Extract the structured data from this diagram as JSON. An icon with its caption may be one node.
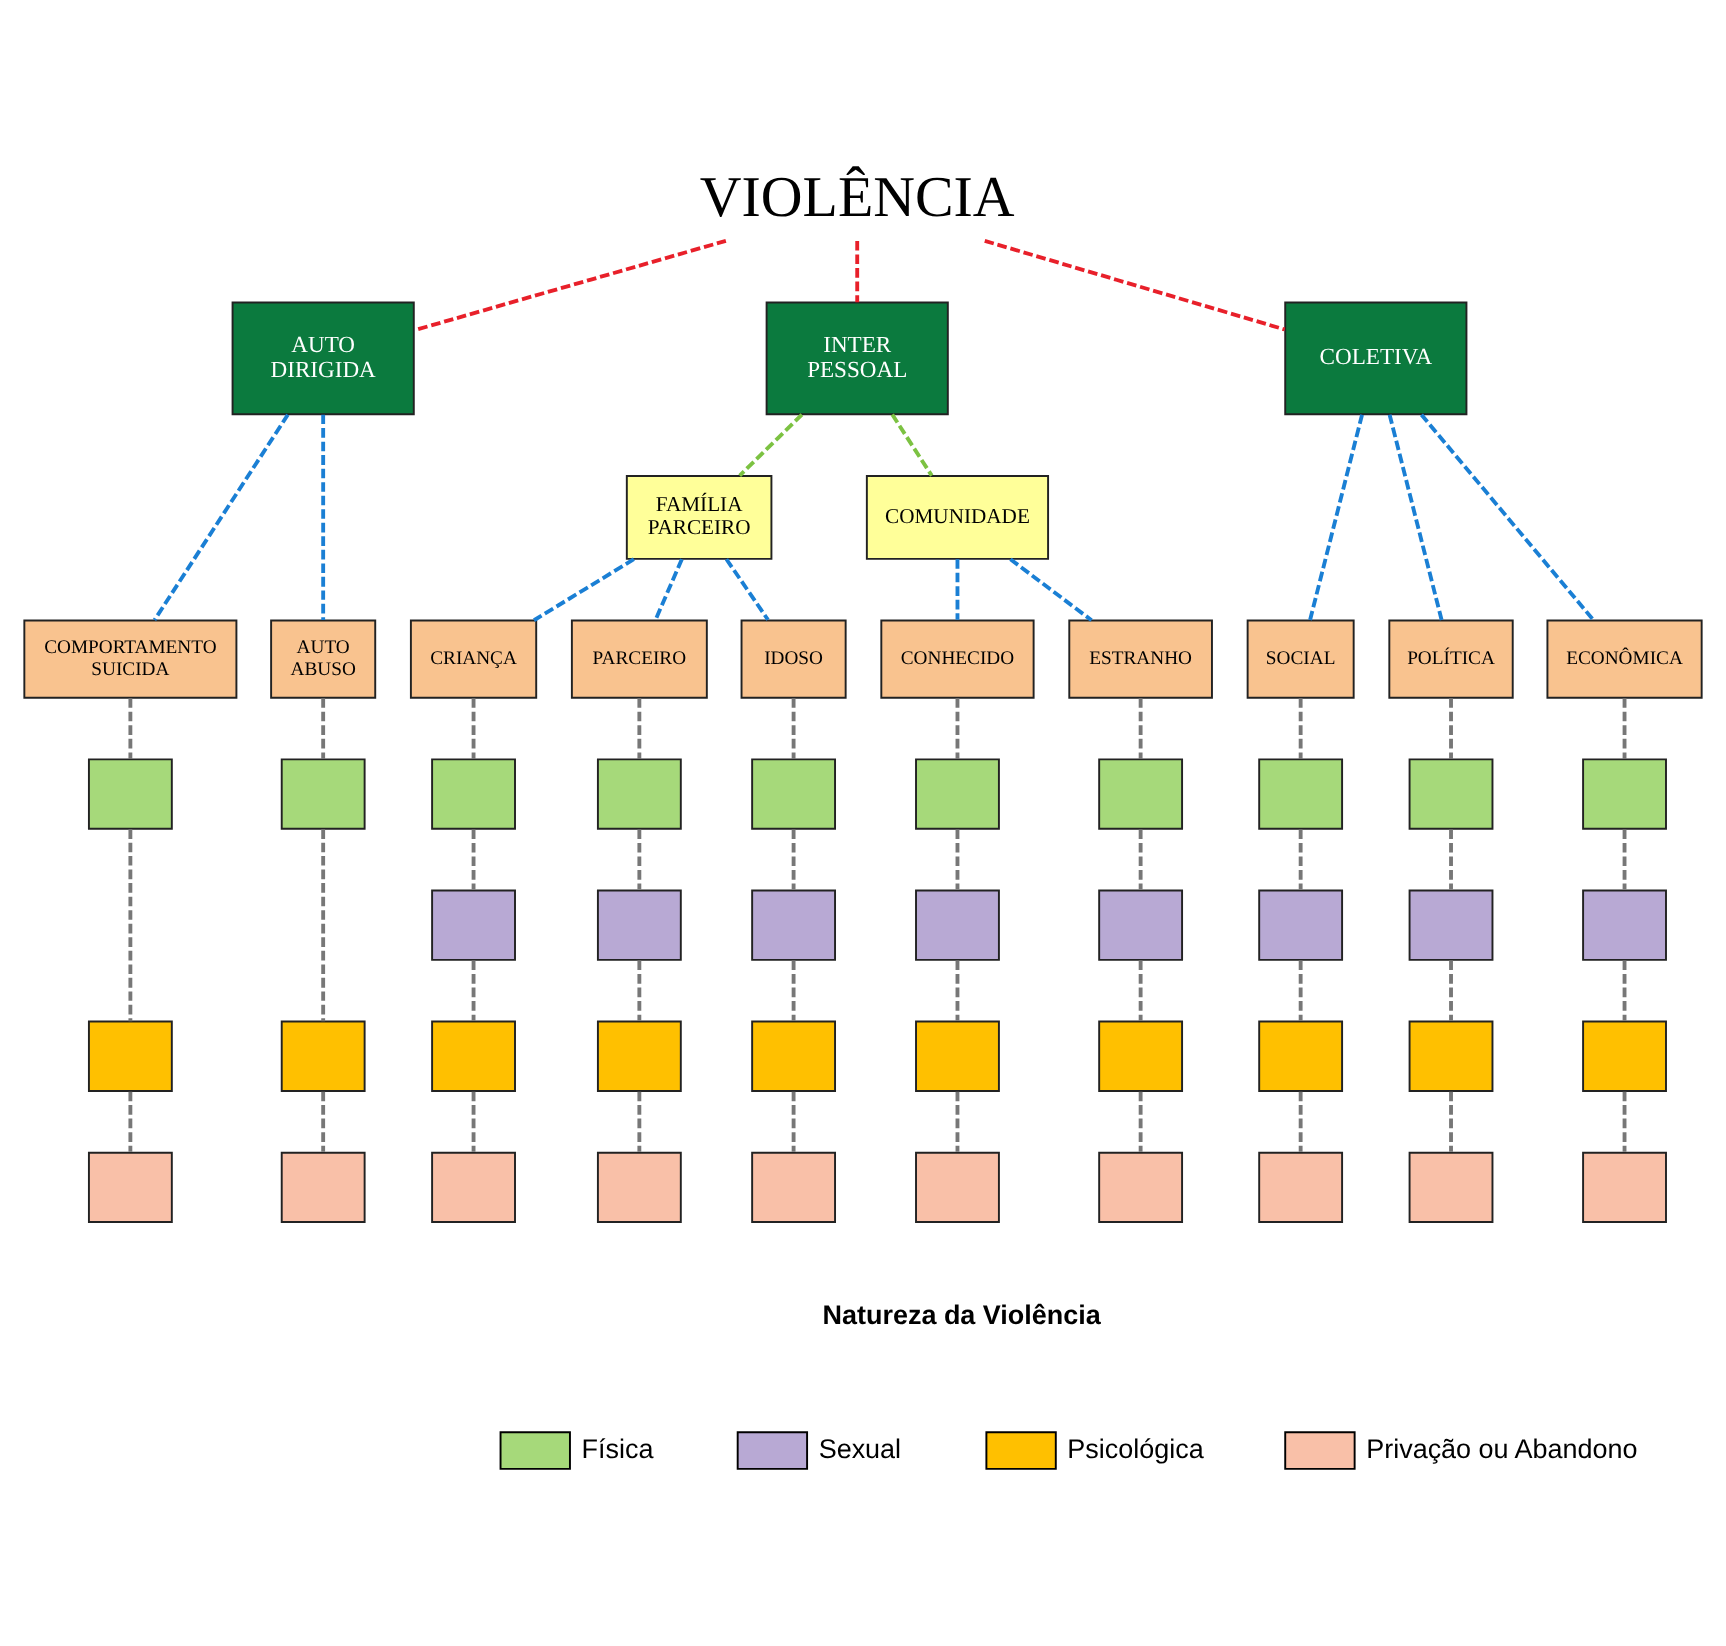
{
  "diagram": {
    "nodes": [
      {
        "text": [
          "VIOLÊNCIA"
        ]
      },
      {
        "text": [
          "AUTO DIRIGIDA"
        ]
      },
      {
        "text": [
          "INTER PESSOAL"
        ]
      },
      {
        "text": [
          "COLETIVA"
        ]
      },
      {
        "text": [
          "FAMÍLIA PARCEIRO"
        ]
      },
      {
        "text": [
          "COMUNIDADE"
        ]
      },
      {
        "text": [
          "COMPORTAMENTO SUICIDA"
        ]
      },
      {
        "text": [
          "AUTO ABUSO"
        ]
      },
      {
        "text": [
          "CRIANÇA"
        ]
      },
      {
        "text": [
          "PARCEIRO"
        ]
      },
      {
        "text": [
          "IDOSO"
        ]
      },
      {
        "text": [
          "CONHECIDO"
        ]
      },
      {
        "text": [
          "ESTRANHO"
        ]
      },
      {
        "text": [
          "SOCIAL"
        ]
      },
      {
        "text": [
          "POLÍTICA"
        ]
      },
      {
        "text": [
          "ECONÔMICA"
        ]
      },
      {
        "text": [],
        "shape": "box"
      },
      {
        "text": [],
        "shape": "box"
      },
      {
        "text": [],
        "shape": "box"
      },
      {
        "text": [],
        "shape": "box"
      },
      {
        "text": [],
        "shape": "box"
      },
      {
        "text": [],
        "shape": "box"
      },
      {
        "text": [],
        "shape": "box"
      },
      {
        "text": [],
        "shape": "box"
      },
      {
        "text": [],
        "shape": "box"
      },
      {
        "text": [],
        "shape": "box"
      },
      {
        "text": [],
        "shape": "box"
      },
      {
        "text": [],
        "shape": "box"
      },
      {
        "text": [],
        "shape": "box"
      },
      {
        "text": [],
        "shape": "box"
      },
      {
        "text": [],
        "shape": "box"
      },
      {
        "text": [],
        "shape": "box"
      },
      {
        "text": [],
        "shape": "box"
      },
      {
        "text": [],
        "shape": "box"
      },
      {
        "text": [],
        "shape": "box"
      },
      {
        "text": [],
        "shape": "box"
      },
      {
        "text": [],
        "shape": "box"
      },
      {
        "text": [],
        "shape": "box"
      },
      {
        "text": [],
        "shape": "box"
      },
      {
        "text": [],
        "shape": "box"
      },
      {
        "text": [],
        "shape": "box"
      },
      {
        "text": [],
        "shape": "box"
      },
      {
        "text": [],
        "shape": "box"
      },
      {
        "text": [],
        "shape": "box"
      },
      {
        "text": [],
        "shape": "box"
      },
      {
        "text": [],
        "shape": "box"
      },
      {
        "text": [],
        "shape": "box"
      },
      {
        "text": [],
        "shape": "box"
      },
      {
        "text": [],
        "shape": "box"
      },
      {
        "text": [],
        "shape": "box"
      },
      {
        "text": [],
        "shape": "box"
      },
      {
        "text": [],
        "shape": "box"
      },
      {
        "text": [],
        "shape": "box"
      },
      {
        "text": [],
        "shape": "box"
      }
    ],
    "edges": [
      {
        "from": 0,
        "to": 1,
        "arrow": "none",
        "style": "dashed",
        "color": "#e8202a"
      },
      {
        "from": 0,
        "to": 2,
        "arrow": "none",
        "style": "dashed",
        "color": "#e8202a"
      },
      {
        "from": 0,
        "to": 3,
        "arrow": "none",
        "style": "dashed",
        "color": "#e8202a"
      },
      {
        "from": 2,
        "to": 4,
        "arrow": "none",
        "style": "dashed",
        "color": "#7cc242"
      },
      {
        "from": 2,
        "to": 5,
        "arrow": "none",
        "style": "dashed",
        "color": "#7cc242"
      },
      {
        "from": 1,
        "to": 6,
        "arrow": "none",
        "style": "dashed",
        "color": "#1a7fd4"
      },
      {
        "from": 1,
        "to": 7,
        "arrow": "none",
        "style": "dashed",
        "color": "#1a7fd4"
      },
      {
        "from": 4,
        "to": 8,
        "arrow": "none",
        "style": "dashed",
        "color": "#1a7fd4"
      },
      {
        "from": 4,
        "to": 9,
        "arrow": "none",
        "style": "dashed",
        "color": "#1a7fd4"
      },
      {
        "from": 4,
        "to": 10,
        "arrow": "none",
        "style": "dashed",
        "color": "#1a7fd4"
      },
      {
        "from": 5,
        "to": 11,
        "arrow": "none",
        "style": "dashed",
        "color": "#1a7fd4"
      },
      {
        "from": 5,
        "to": 12,
        "arrow": "none",
        "style": "dashed",
        "color": "#1a7fd4"
      },
      {
        "from": 3,
        "to": 13,
        "arrow": "none",
        "style": "dashed",
        "color": "#1a7fd4"
      },
      {
        "from": 3,
        "to": 14,
        "arrow": "none",
        "style": "dashed",
        "color": "#1a7fd4"
      },
      {
        "from": 3,
        "to": 15,
        "arrow": "none",
        "style": "dashed",
        "color": "#1a7fd4"
      },
      {
        "from": 6,
        "to": 16,
        "arrow": "none",
        "style": "dashed"
      },
      {
        "from": 7,
        "to": 17,
        "arrow": "none",
        "style": "dashed"
      },
      {
        "from": 8,
        "to": 18,
        "arrow": "none",
        "style": "dashed"
      },
      {
        "from": 9,
        "to": 19,
        "arrow": "none",
        "style": "dashed"
      },
      {
        "from": 10,
        "to": 20,
        "arrow": "none",
        "style": "dashed"
      },
      {
        "from": 11,
        "to": 21,
        "arrow": "none",
        "style": "dashed"
      },
      {
        "from": 12,
        "to": 22,
        "arrow": "none",
        "style": "dashed"
      },
      {
        "from": 13,
        "to": 23,
        "arrow": "none",
        "style": "dashed"
      },
      {
        "from": 14,
        "to": 24,
        "arrow": "none",
        "style": "dashed"
      },
      {
        "from": 15,
        "to": 25,
        "arrow": "none",
        "style": "dashed"
      },
      {
        "from": 16,
        "to": 34,
        "arrow": "none",
        "style": "dashed"
      },
      {
        "from": 17,
        "to": 35,
        "arrow": "none",
        "style": "dashed"
      },
      {
        "from": 18,
        "to": 26,
        "arrow": "none",
        "style": "dashed"
      },
      {
        "from": 19,
        "to": 27,
        "arrow": "none",
        "style": "dashed"
      },
      {
        "from": 20,
        "to": 28,
        "arrow": "none",
        "style": "dashed"
      },
      {
        "from": 21,
        "to": 29,
        "arrow": "none",
        "style": "dashed"
      },
      {
        "from": 22,
        "to": 30,
        "arrow": "none",
        "style": "dashed"
      },
      {
        "from": 23,
        "to": 31,
        "arrow": "none",
        "style": "dashed"
      },
      {
        "from": 24,
        "to": 32,
        "arrow": "none",
        "style": "dashed"
      },
      {
        "from": 25,
        "to": 33,
        "arrow": "none",
        "style": "dashed"
      },
      {
        "from": 26,
        "to": 36,
        "arrow": "none",
        "style": "dashed"
      },
      {
        "from": 27,
        "to": 37,
        "arrow": "none",
        "style": "dashed"
      },
      {
        "from": 28,
        "to": 38,
        "arrow": "none",
        "style": "dashed"
      },
      {
        "from": 29,
        "to": 39,
        "arrow": "none",
        "style": "dashed"
      },
      {
        "from": 30,
        "to": 40,
        "arrow": "none",
        "style": "dashed"
      },
      {
        "from": 31,
        "to": 41,
        "arrow": "none",
        "style": "dashed"
      },
      {
        "from": 32,
        "to": 42,
        "arrow": "none",
        "style": "dashed"
      },
      {
        "from": 33,
        "to": 43,
        "arrow": "none",
        "style": "dashed"
      },
      {
        "from": 34,
        "to": 44,
        "arrow": "none",
        "style": "dashed"
      },
      {
        "from": 35,
        "to": 45,
        "arrow": "none",
        "style": "dashed"
      },
      {
        "from": 36,
        "to": 46,
        "arrow": "none",
        "style": "dashed"
      },
      {
        "from": 37,
        "to": 47,
        "arrow": "none",
        "style": "dashed"
      },
      {
        "from": 38,
        "to": 48,
        "arrow": "none",
        "style": "dashed"
      },
      {
        "from": 39,
        "to": 49,
        "arrow": "none",
        "style": "dashed"
      },
      {
        "from": 40,
        "to": 50,
        "arrow": "none",
        "style": "dashed"
      },
      {
        "from": 41,
        "to": 51,
        "arrow": "none",
        "style": "dashed"
      },
      {
        "from": 42,
        "to": 52,
        "arrow": "none",
        "style": "dashed"
      },
      {
        "from": 43,
        "to": 53,
        "arrow": "none",
        "style": "dashed"
      }
    ],
    "labels": [
      "Natureza da Violência"
    ],
    "legend": [
      {
        "text": "Física",
        "color": "#a6d97a"
      },
      {
        "text": "Sexual",
        "color": "#b8a9d4"
      },
      {
        "text": "Psicológica",
        "color": "#ffc000"
      },
      {
        "text": "Privação ou Abandono",
        "color": "#f9c0a8"
      }
    ]
  }
}
